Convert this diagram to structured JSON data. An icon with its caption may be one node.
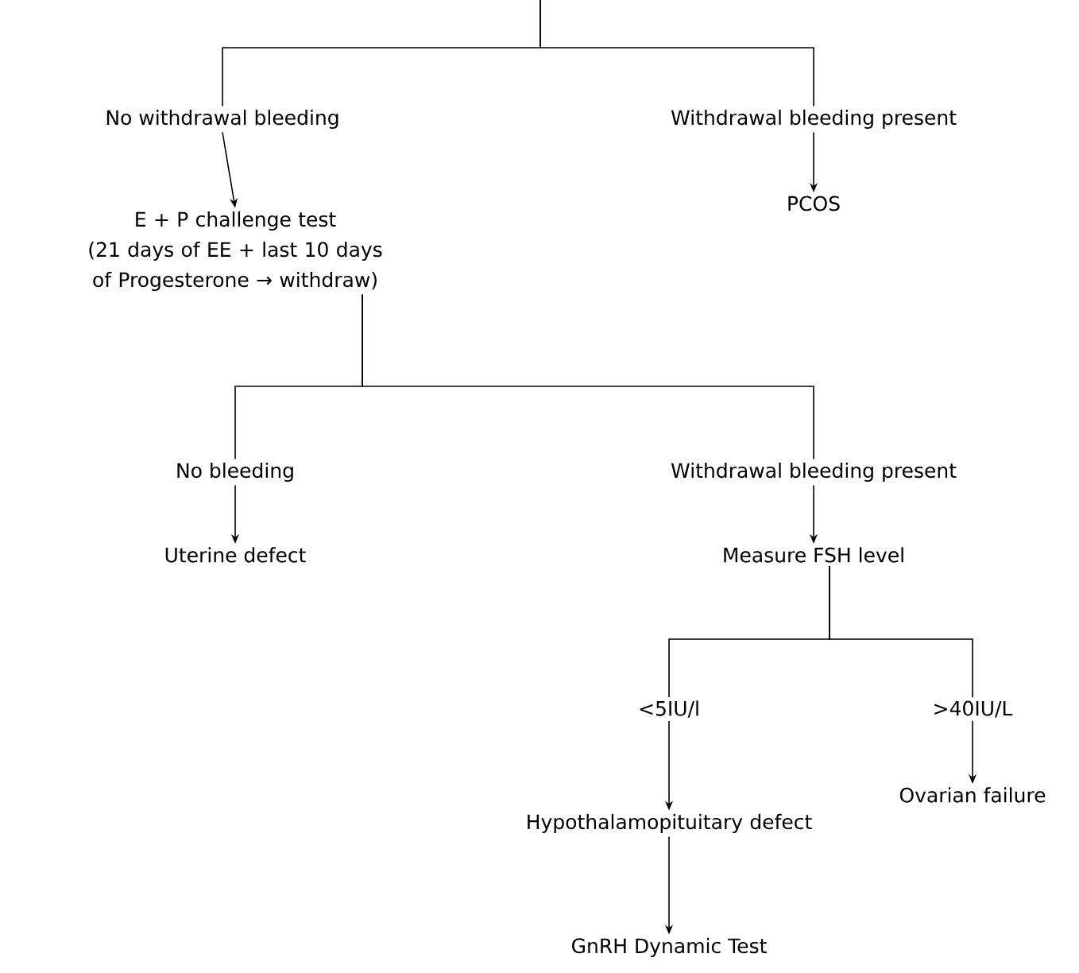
{
  "diagram": {
    "nodes": [
      {
        "text": [
          "No withdrawal bleeding"
        ]
      },
      {
        "text": [
          "Withdrawal bleeding present"
        ]
      },
      {
        "text": [
          "E + P challenge test",
          "(21 days of EE + last 10 days of Progesterone → withdraw)"
        ]
      },
      {
        "text": [
          "PCOS"
        ]
      },
      {
        "text": [
          "No bleeding"
        ]
      },
      {
        "text": [
          "Withdrawal bleeding present"
        ]
      },
      {
        "text": [
          "Uterine defect"
        ]
      },
      {
        "text": [
          "Measure FSH level"
        ]
      },
      {
        "text": [
          "<5IU/l"
        ]
      },
      {
        "text": [
          ">40IU/L"
        ]
      },
      {
        "text": [
          "Hypothalamopituitary defect"
        ]
      },
      {
        "text": [
          "Ovarian failure"
        ]
      },
      {
        "text": [
          "GnRH Dynamic Test"
        ]
      }
    ],
    "edges": [
      {
        "from": null,
        "to": 0,
        "arrow": "none"
      },
      {
        "from": null,
        "to": 1,
        "arrow": "none"
      },
      {
        "from": 0,
        "to": 2,
        "arrow": "to"
      },
      {
        "from": 1,
        "to": 3,
        "arrow": "to"
      },
      {
        "from": 2,
        "to": 4,
        "arrow": "none"
      },
      {
        "from": 2,
        "to": 5,
        "arrow": "none"
      },
      {
        "from": 4,
        "to": 6,
        "arrow": "to"
      },
      {
        "from": 5,
        "to": 7,
        "arrow": "to"
      },
      {
        "from": 7,
        "to": 8,
        "arrow": "none"
      },
      {
        "from": 7,
        "to": 9,
        "arrow": "none"
      },
      {
        "from": 8,
        "to": 10,
        "arrow": "to"
      },
      {
        "from": 9,
        "to": 11,
        "arrow": "to"
      },
      {
        "from": 10,
        "to": 12,
        "arrow": "to"
      }
    ]
  }
}
